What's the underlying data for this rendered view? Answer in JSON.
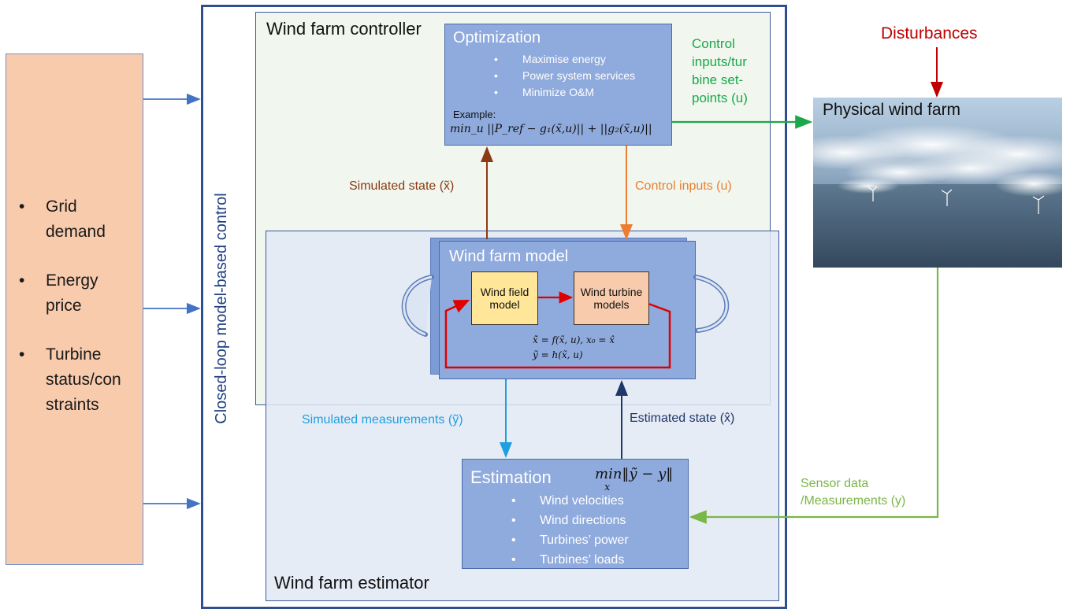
{
  "inputs": {
    "items": [
      "Grid demand",
      "Energy price",
      "Turbine status/con straints"
    ]
  },
  "loop_label": "Closed-loop model-based control",
  "controller": {
    "title": "Wind farm controller",
    "optimization": {
      "title": "Optimization",
      "bullets": [
        "Maximise energy",
        "Power system services",
        "Minimize O&M"
      ],
      "example_label": "Example:",
      "formula": "min_u ||P_ref − g₁(x̃,u)|| + ||g₂(x̃,u)||"
    }
  },
  "model": {
    "title": "Wind farm model",
    "wind_field": "Wind field model",
    "turbine_models": "Wind turbine models",
    "eq1": "x̃̇ = f(x̃, u),    x₀ = x̂",
    "eq2": "ỹ = h(x̃, u)"
  },
  "estimator": {
    "title": "Wind farm estimator",
    "estimation": {
      "title": "Estimation",
      "formula": "min‖ỹ − y‖",
      "formula_sub": "x",
      "bullets": [
        "Wind velocities",
        "Wind directions",
        "Turbines’ power",
        "Turbines’ loads"
      ]
    }
  },
  "labels": {
    "simulated_state": "Simulated state (x̃)",
    "control_inputs": "Control inputs (u)",
    "simulated_measurements": "Simulated measurements (ỹ)",
    "estimated_state": "Estimated state (x̂)",
    "control_setpoints_l1": "Control",
    "control_setpoints_l2": "inputs/tur",
    "control_setpoints_l3": "bine set-",
    "control_setpoints_l4": "points (u)",
    "sensor_l1": "Sensor data",
    "sensor_l2": "/Measurements (y)",
    "disturbances": "Disturbances"
  },
  "physical": {
    "title": "Physical wind farm"
  },
  "colors": {
    "inputs_panel": "#f8cbad",
    "box_blue": "#8faadc",
    "wind_field": "#ffe699",
    "turbine_models": "#f8cbad",
    "simulated_state_arrow": "#8b3a12",
    "control_inputs_arrow": "#ed7d31",
    "simulated_measurements_arrow": "#1f9fe0",
    "estimated_state_arrow": "#1f3768",
    "control_setpoints_arrow": "#1aa84a",
    "sensor_arrow": "#7ab648",
    "disturbances_arrow": "#c00000",
    "model_loop": "#e00000"
  }
}
